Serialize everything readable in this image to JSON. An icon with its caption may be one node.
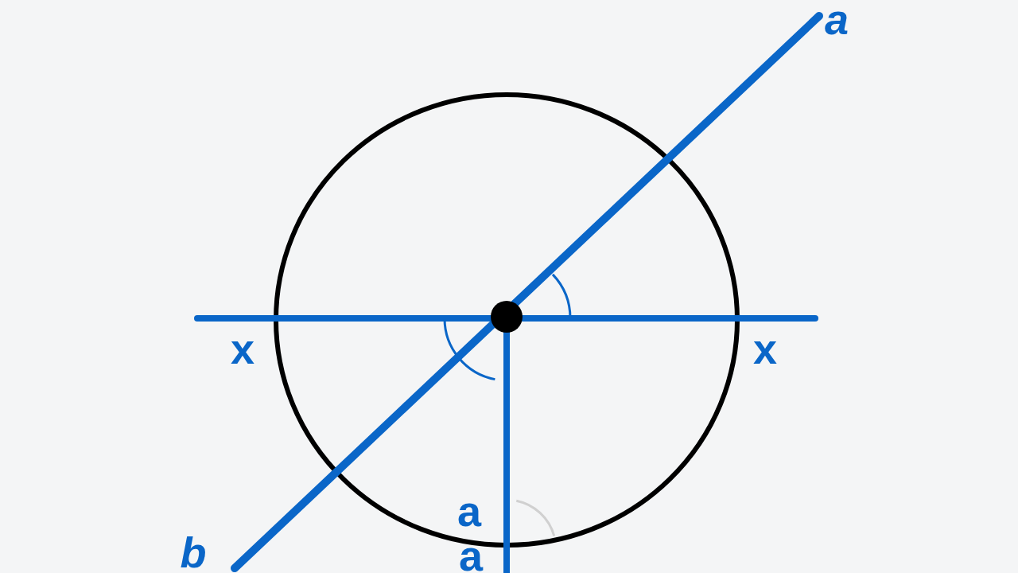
{
  "diagram": {
    "labels": [
      "a",
      "x",
      "x",
      "a",
      "b",
      "a"
    ]
  }
}
